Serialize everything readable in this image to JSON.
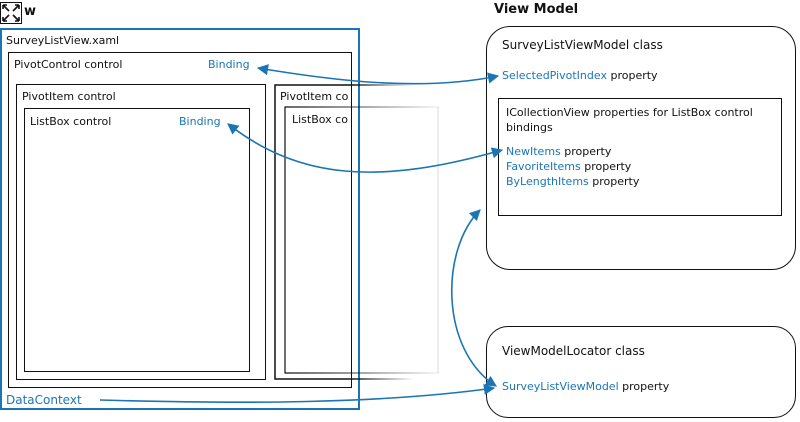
{
  "view": {
    "heading_partial": "w",
    "file": {
      "label": "SurveyListView.xaml"
    },
    "pivot_control": {
      "label": "PivotControl control",
      "binding": "Binding"
    },
    "pivot_item_1": {
      "label": "PivotItem control"
    },
    "listbox_1": {
      "label": "ListBox control",
      "binding": "Binding"
    },
    "pivot_item_2": {
      "label": "PivotItem co"
    },
    "listbox_2": {
      "label": "ListBox co"
    },
    "datacontext": "DataContext"
  },
  "viewmodel": {
    "heading": "View Model",
    "class_box": {
      "title": "SurveyListViewModel class",
      "selected_pivot": {
        "name": "SelectedPivotIndex",
        "suffix": " property"
      },
      "collection_group": {
        "title_line1": "ICollectionView properties for ListBox control",
        "title_line2": "bindings",
        "items": [
          {
            "name": "NewItems",
            "suffix": " property"
          },
          {
            "name": "FavoriteItems",
            "suffix": " property"
          },
          {
            "name": "ByLengthItems",
            "suffix": " property"
          }
        ]
      }
    },
    "locator_box": {
      "title": "ViewModelLocator class",
      "property": {
        "name": "SurveyListViewModel",
        "suffix": " property"
      }
    }
  },
  "colors": {
    "accent": "#1b75b4",
    "border": "#111111",
    "faded": "#cccccc"
  }
}
